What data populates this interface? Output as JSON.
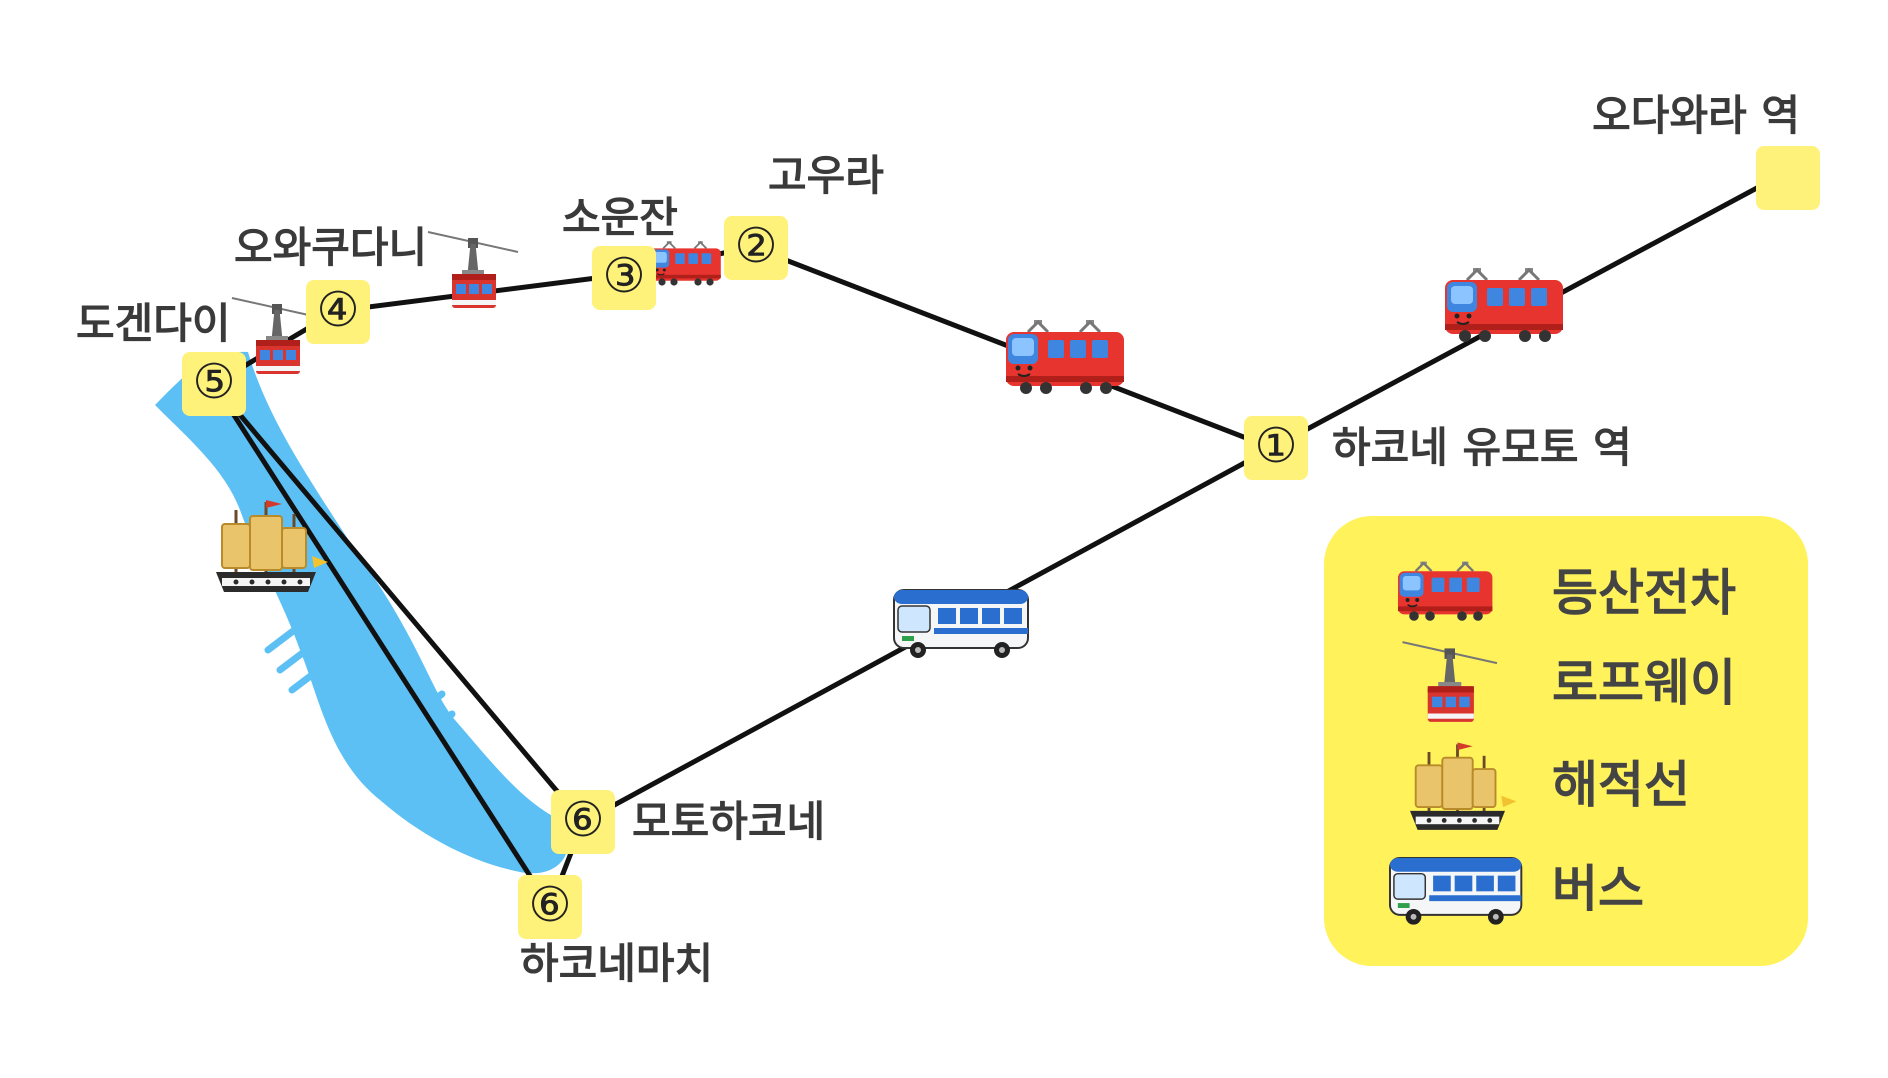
{
  "colors": {
    "background": "#ffffff",
    "station_box": "#fff27a",
    "legend_bg": "#fff25a",
    "route_line": "#111111",
    "lake": "#5cc0f5",
    "train_red": "#e8342e",
    "bus_blue": "#2a6fcf"
  },
  "stations": {
    "odawara": {
      "label": "오다와라 역",
      "marker": ""
    },
    "yumoto": {
      "label": "하코네 유모토 역",
      "marker": "①"
    },
    "gora": {
      "label": "고우라",
      "marker": "②"
    },
    "sounzan": {
      "label": "소운잔",
      "marker": "③"
    },
    "owakudani": {
      "label": "오와쿠다니",
      "marker": "④"
    },
    "togendai": {
      "label": "도겐다이",
      "marker": "⑤"
    },
    "motohakone": {
      "label": "모토하코네",
      "marker": "⑥"
    },
    "hakonemachi": {
      "label": "하코네마치",
      "marker": "⑥"
    }
  },
  "legend": {
    "items": [
      {
        "icon": "mountain-train-icon",
        "label": "등산전차"
      },
      {
        "icon": "ropeway-gondola-icon",
        "label": "로프웨이"
      },
      {
        "icon": "pirate-ship-icon",
        "label": "해적선"
      },
      {
        "icon": "bus-icon",
        "label": "버스"
      }
    ]
  }
}
